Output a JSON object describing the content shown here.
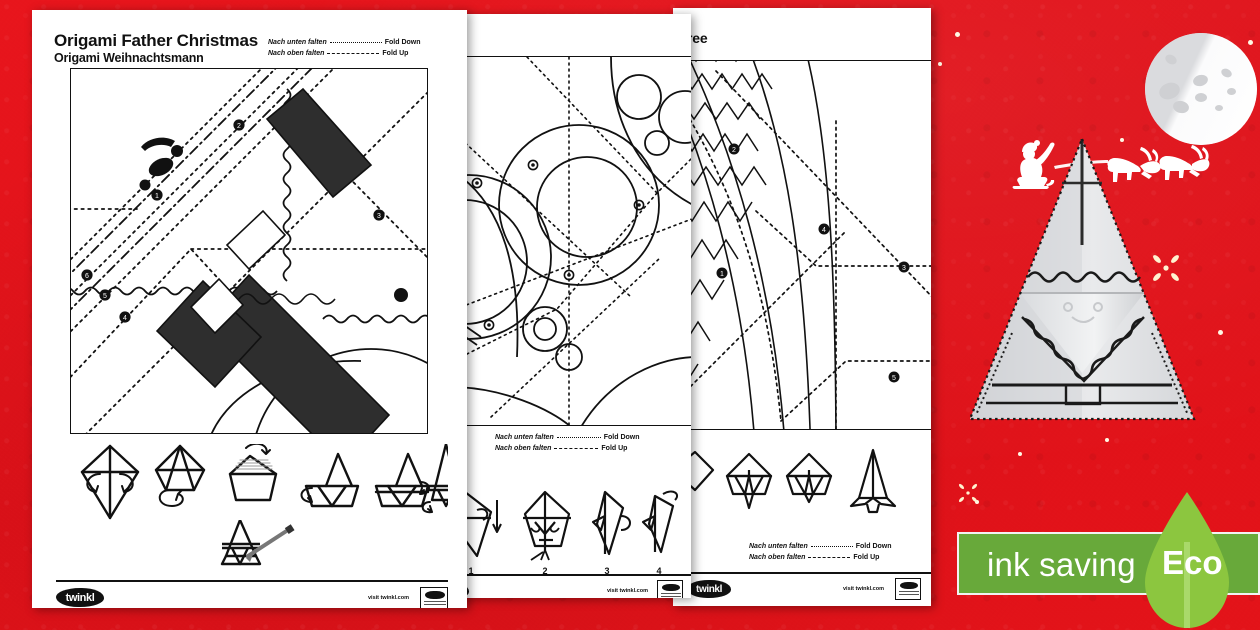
{
  "page": {
    "background_color": "#e4151c",
    "product": "Twinkl origami worksheet preview"
  },
  "sheets": [
    {
      "id": "sheet-1",
      "title": "Origami Father Christmas",
      "subtitle": "Origami Weihnachtsmann",
      "legend": {
        "fold_down_de": "Nach unten falten",
        "fold_down_en": "Fold Down",
        "fold_up_de": "Nach oben falten",
        "fold_up_en": "Fold Up"
      },
      "pattern_description": "Father Christmas fold pattern with scalloped beard edges and belt",
      "step_markers": [
        "1",
        "2",
        "3",
        "4",
        "5",
        "6"
      ],
      "diagram_steps": 7,
      "footer": {
        "logo": "twinkl",
        "visit": "visit twinkl.com",
        "stamp": "twinkl"
      }
    },
    {
      "id": "sheet-2",
      "title": "",
      "subtitle": "",
      "legend": {
        "fold_down_de": "Nach unten falten",
        "fold_down_en": "Fold Down",
        "fold_up_de": "Nach oben falten",
        "fold_up_en": "Fold Up"
      },
      "pattern_description": "Snowman fold pattern with circles and buttons",
      "diagram_steps": 4,
      "step_labels": [
        "1",
        "2",
        "3",
        "4"
      ],
      "footer": {
        "logo": "twinkl",
        "visit": "visit twinkl.com",
        "stamp": "twinkl"
      }
    },
    {
      "id": "sheet-3",
      "title_visible_fragment": "ree",
      "legend": {
        "fold_down_de": "Nach unten falten",
        "fold_down_en": "Fold Down",
        "fold_up_de": "Nach oben falten",
        "fold_up_en": "Fold Up"
      },
      "pattern_description": "Christmas tree fold pattern with zigzag tinsel bands",
      "step_markers": [
        "1",
        "2",
        "3",
        "4"
      ],
      "diagram_steps": 4,
      "footer": {
        "logo": "twinkl",
        "visit": "visit twinkl.com",
        "stamp": "twinkl"
      }
    }
  ],
  "eco_badge": {
    "label": "ink saving",
    "leaf_label": "Eco",
    "bar_color": "#68a93a",
    "leaf_color": "#8cc63f"
  },
  "decorations": {
    "moon": "moon-icon",
    "santa_sleigh": "santa-sleigh-icon",
    "reindeer_count": 2,
    "sparkle": "sparkle-icon",
    "model_photo": "origami-father-christmas-model"
  }
}
